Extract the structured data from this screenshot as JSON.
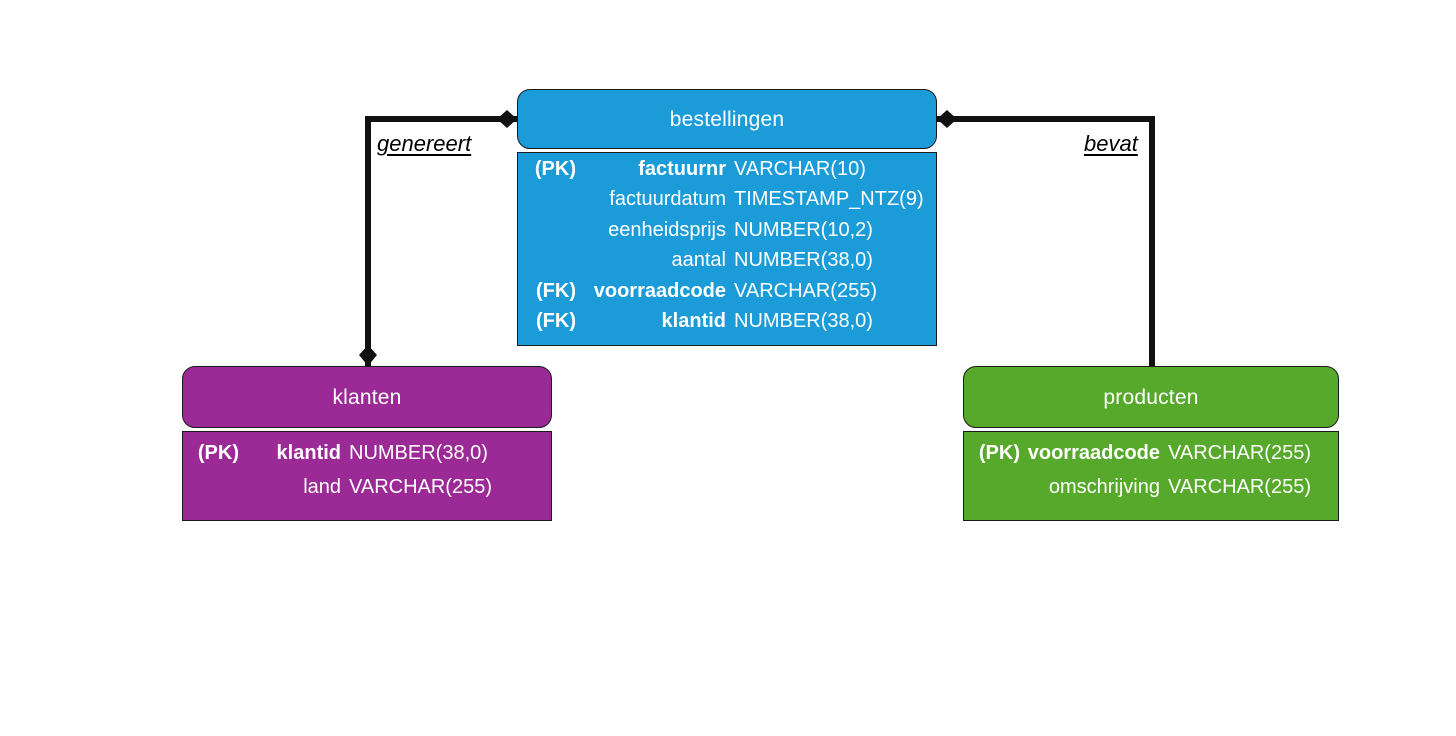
{
  "diagram": {
    "title": "bestellingen-klanten-producten ERD",
    "background": "#ffffff",
    "line_color": "#111111"
  },
  "entities": [
    {
      "id": "bestellingen",
      "name": "bestellingen",
      "color": "#1b9bd8",
      "attributes": [
        {
          "key": "(PK)",
          "name": "factuurnr",
          "type": "VARCHAR(10)"
        },
        {
          "key": "",
          "name": "factuurdatum",
          "type": "TIMESTAMP_NTZ(9)"
        },
        {
          "key": "",
          "name": "eenheidsprijs",
          "type": "NUMBER(10,2)"
        },
        {
          "key": "",
          "name": "aantal",
          "type": "NUMBER(38,0)"
        },
        {
          "key": "(FK)",
          "name": "voorraadcode",
          "type": "VARCHAR(255)"
        },
        {
          "key": "(FK)",
          "name": "klantid",
          "type": "NUMBER(38,0)"
        }
      ]
    },
    {
      "id": "klanten",
      "name": "klanten",
      "color": "#9c2a96",
      "attributes": [
        {
          "key": "(PK)",
          "name": "klantid",
          "type": "NUMBER(38,0)"
        },
        {
          "key": "",
          "name": "land",
          "type": "VARCHAR(255)"
        }
      ]
    },
    {
      "id": "producten",
      "name": "producten",
      "color": "#56a92b",
      "attributes": [
        {
          "key": "(PK)",
          "name": "voorraadcode",
          "type": "VARCHAR(255)"
        },
        {
          "key": "",
          "name": "omschrijving",
          "type": "VARCHAR(255)"
        }
      ]
    }
  ],
  "relationships": [
    {
      "id": "genereert",
      "label": "genereert",
      "from": "klanten",
      "to": "bestellingen"
    },
    {
      "id": "bevat",
      "label": "bevat",
      "from": "bestellingen",
      "to": "producten"
    }
  ]
}
